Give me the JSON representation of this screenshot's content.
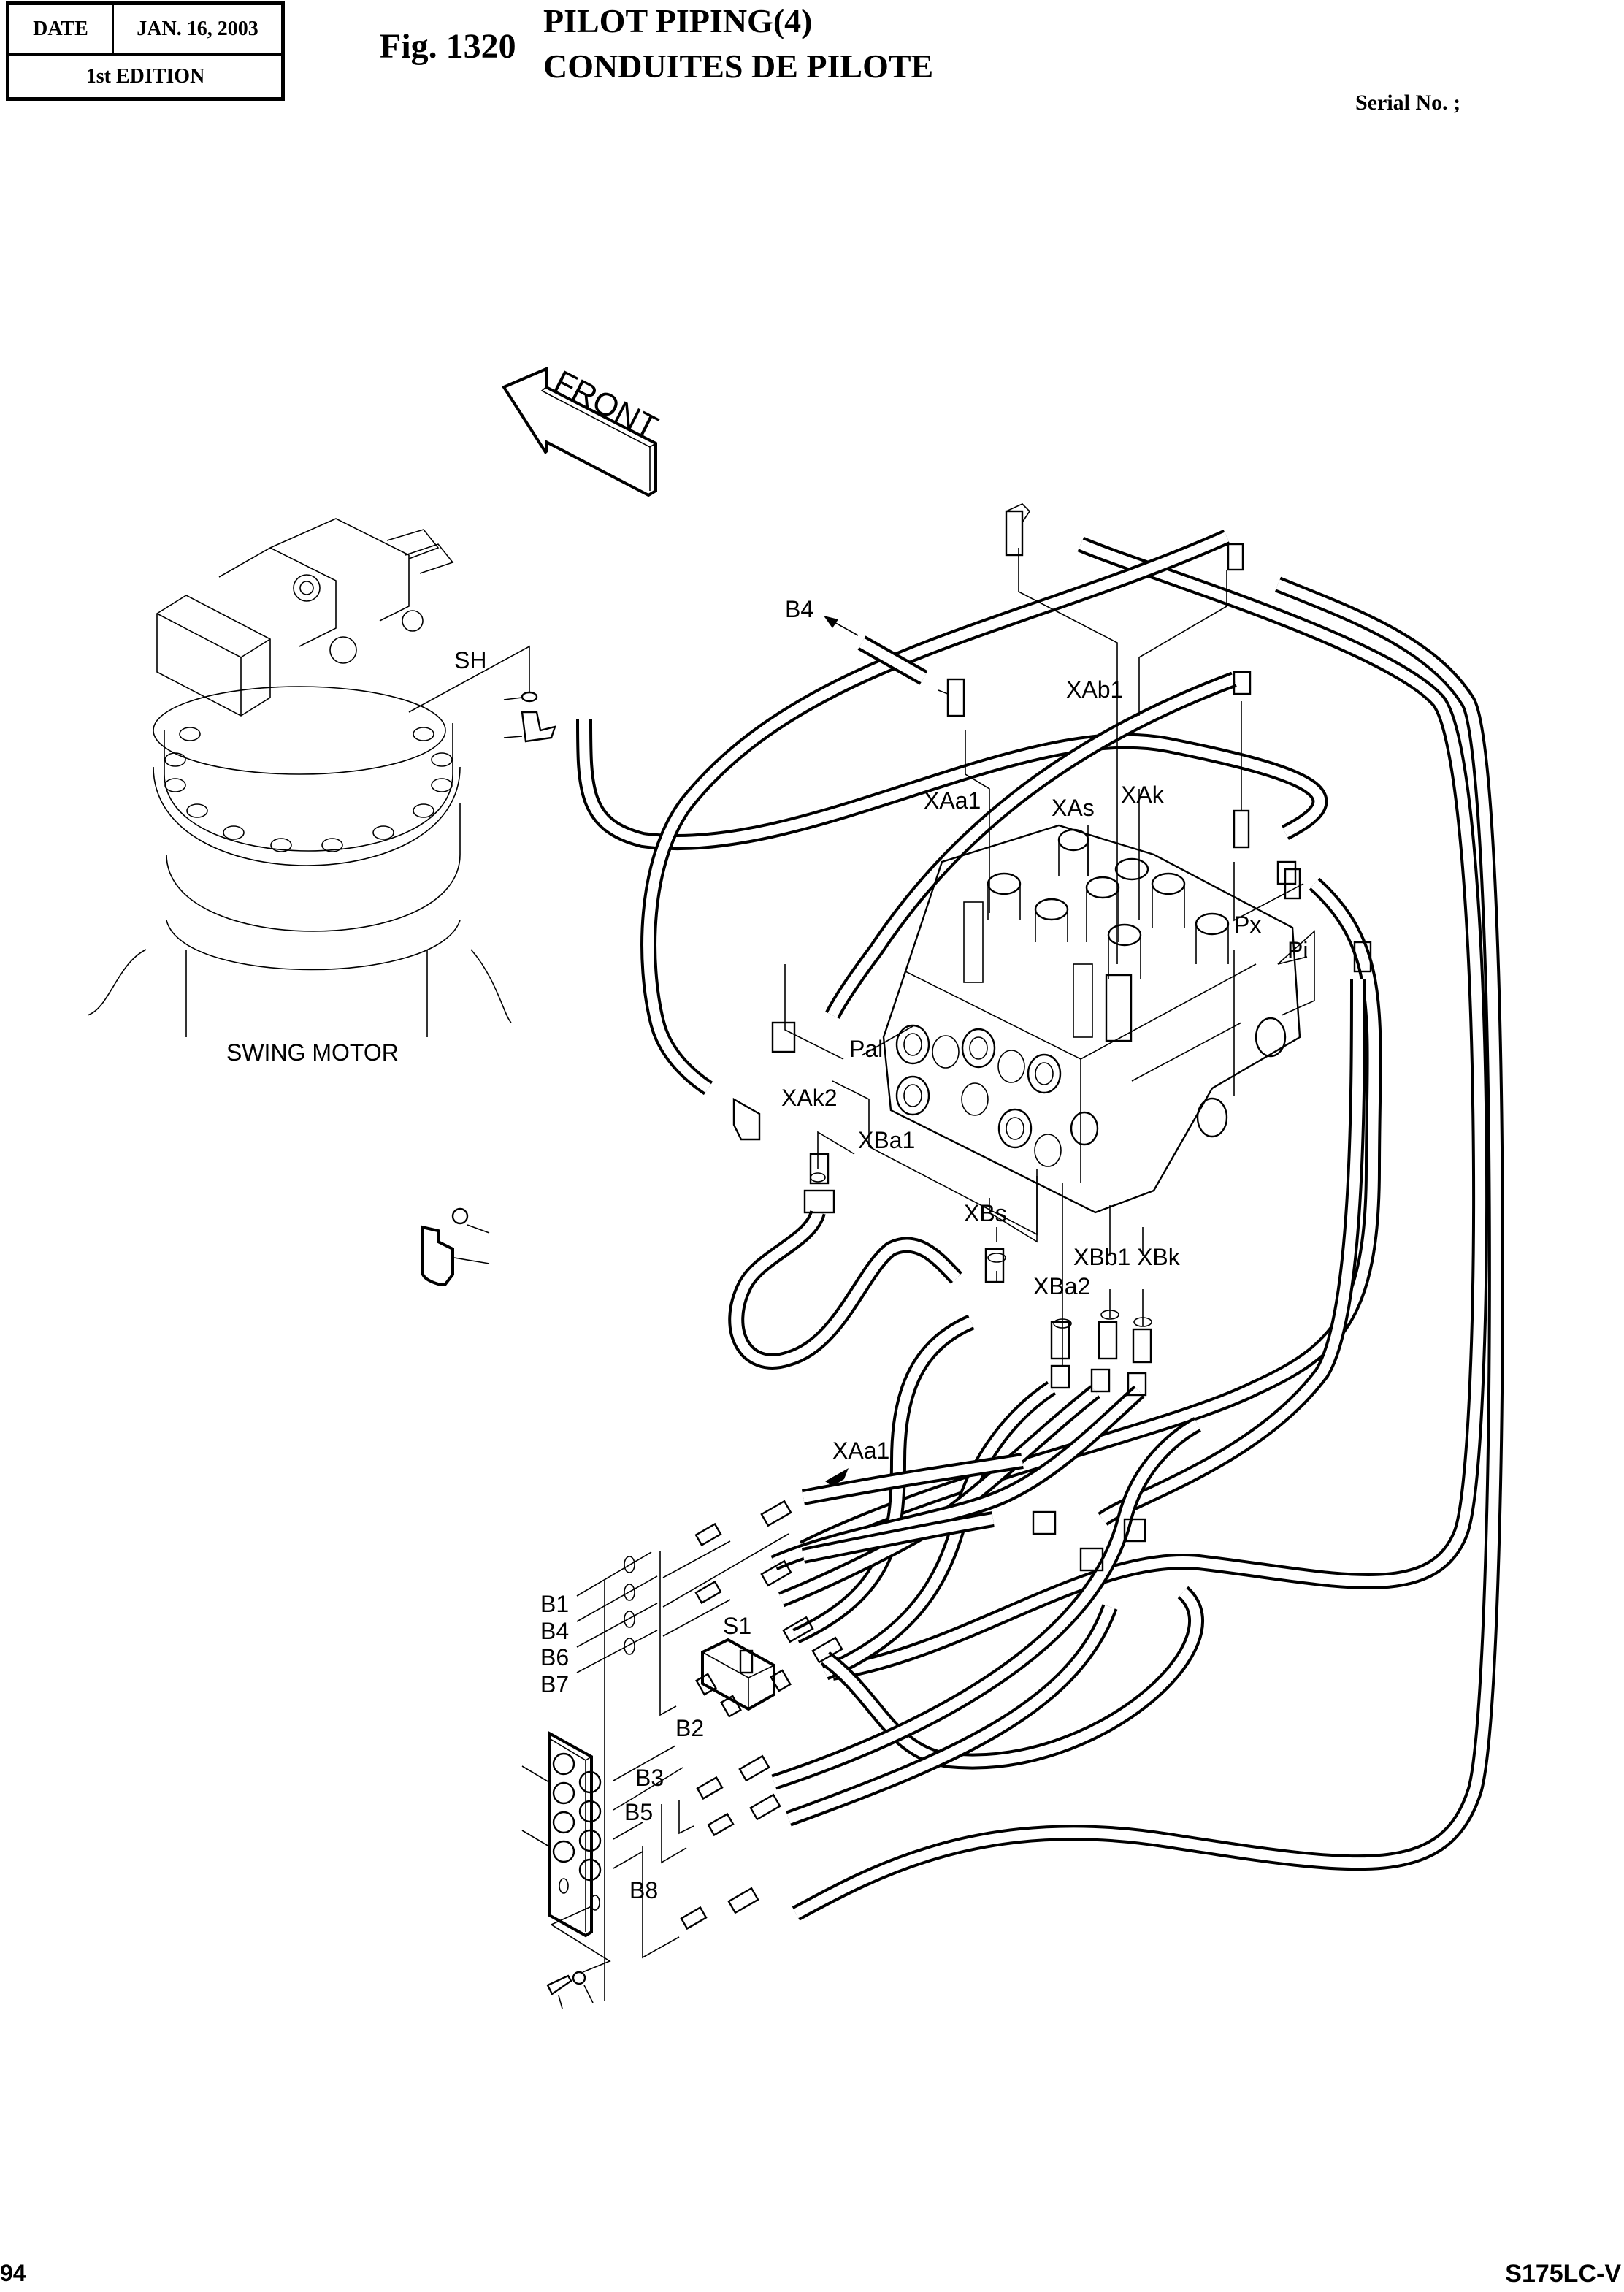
{
  "header": {
    "date_label": "DATE",
    "date_value": "JAN. 16, 2003",
    "edition": "1st EDITION",
    "figure_number": "Fig. 1320",
    "title_en": "PILOT PIPING(4)",
    "title_fr": "CONDUITES DE PILOTE",
    "serial_label": "Serial No. ;"
  },
  "footer": {
    "page_number": "94",
    "model": "S175LC-V"
  },
  "diagram": {
    "front_arrow_label": "FRONT",
    "component_labels": {
      "swing_motor": "SWING MOTOR"
    },
    "port_labels": {
      "sh": "SH",
      "b4_top": "B4",
      "xab1": "XAb1",
      "xaa1_top": "XAa1",
      "xas": "XAs",
      "xak": "XAk",
      "px": "Px",
      "pi": "Pi",
      "pal": "Pal",
      "xak2": "XAk2",
      "xba1": "XBa1",
      "xbs": "XBs",
      "xbb1": "XBb1",
      "xbk": "XBk",
      "xba2": "XBa2",
      "xaa1_bottom": "XAa1",
      "b1": "B1",
      "b4": "B4",
      "b6": "B6",
      "b7": "B7",
      "s1": "S1",
      "b2": "B2",
      "b3": "B3",
      "b5": "B5",
      "b8": "B8"
    }
  }
}
